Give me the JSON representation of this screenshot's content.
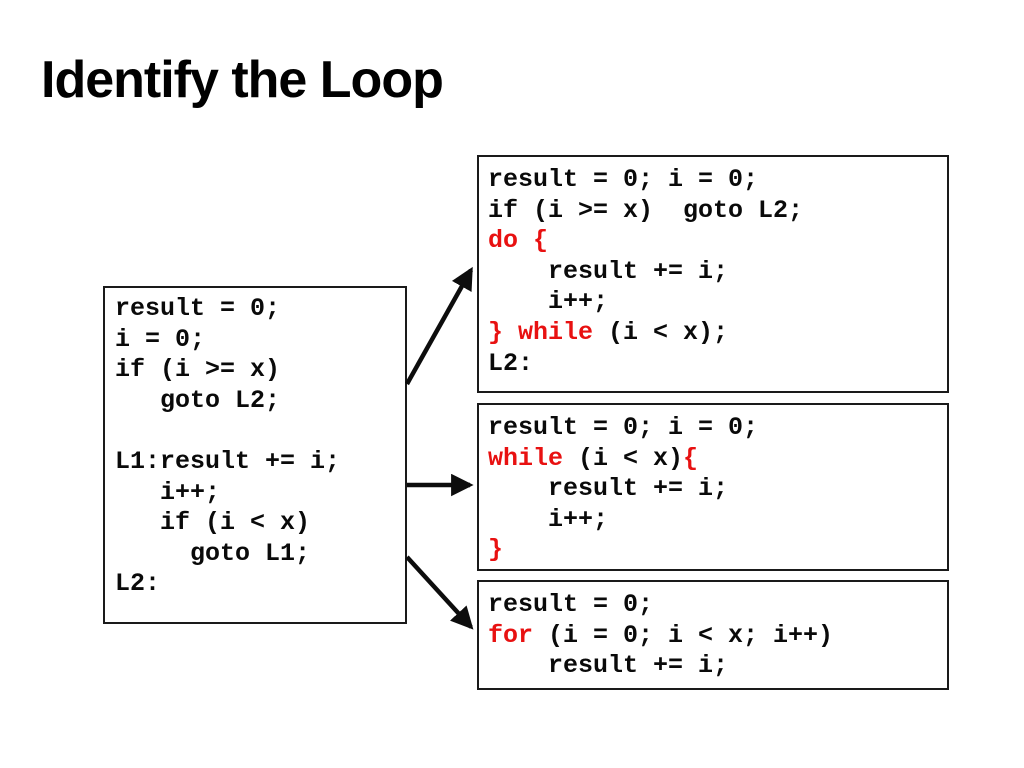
{
  "title": "Identify the Loop",
  "colors": {
    "background": "#ffffff",
    "text": "#0a0a0a",
    "keyword_red": "#e81111",
    "box_border": "#1a1a1a",
    "arrow": "#0d0d0d"
  },
  "goto_box": {
    "lines": [
      [
        {
          "t": "result = 0;"
        }
      ],
      [
        {
          "t": "i = 0;"
        }
      ],
      [
        {
          "t": "if (i >= x)"
        }
      ],
      [
        {
          "t": "   goto L2;"
        }
      ],
      [],
      [
        {
          "t": "L1:result += i;"
        }
      ],
      [
        {
          "t": "   i++;"
        }
      ],
      [
        {
          "t": "   if (i < x)"
        }
      ],
      [
        {
          "t": "     goto L1;"
        }
      ],
      [
        {
          "t": "L2:"
        }
      ]
    ]
  },
  "dowhile_box": {
    "lines": [
      [
        {
          "t": "result = 0; i = 0;"
        }
      ],
      [
        {
          "t": "if (i >= x)  goto L2;"
        }
      ],
      [
        {
          "t": "do {",
          "red": true
        }
      ],
      [
        {
          "t": "    result += i;"
        }
      ],
      [
        {
          "t": "    i++;"
        }
      ],
      [
        {
          "t": "} while",
          "red": true
        },
        {
          "t": " (i < x);"
        }
      ],
      [
        {
          "t": "L2:"
        }
      ]
    ]
  },
  "while_box": {
    "lines": [
      [
        {
          "t": "result = 0; i = 0;"
        }
      ],
      [
        {
          "t": "while",
          "red": true
        },
        {
          "t": " (i < x)"
        },
        {
          "t": "{",
          "red": true
        }
      ],
      [
        {
          "t": "    result += i;"
        }
      ],
      [
        {
          "t": "    i++;"
        }
      ],
      [
        {
          "t": "}",
          "red": true
        }
      ]
    ]
  },
  "for_box": {
    "lines": [
      [
        {
          "t": "result = 0;"
        }
      ],
      [
        {
          "t": "for",
          "red": true
        },
        {
          "t": " (i = 0; i < x; i++)"
        }
      ],
      [
        {
          "t": "    result += i;"
        }
      ]
    ]
  }
}
